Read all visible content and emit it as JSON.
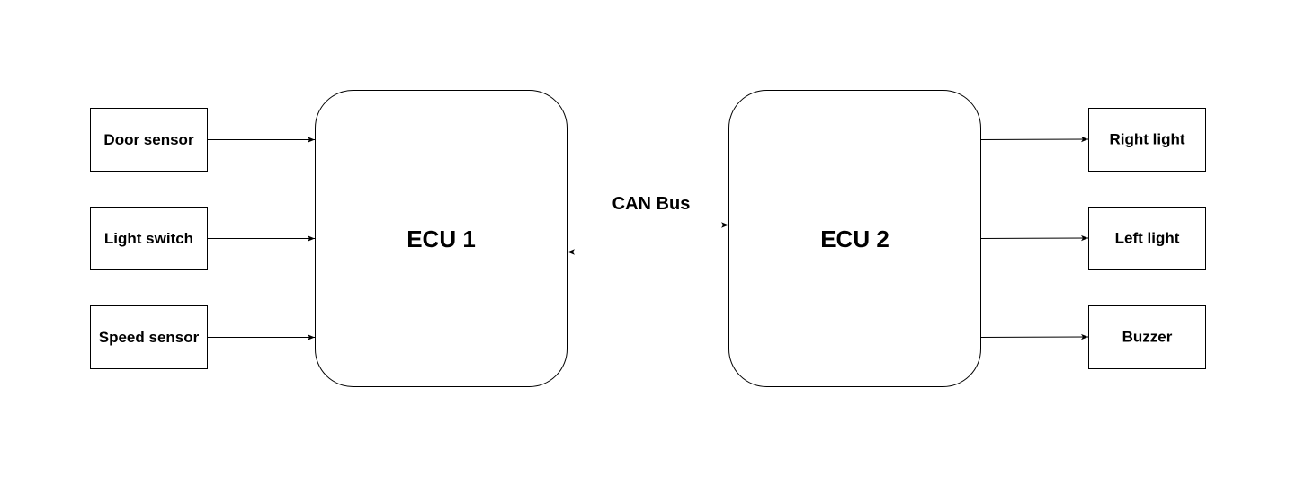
{
  "diagram": {
    "inputs": {
      "door_sensor": "Door sensor",
      "light_switch": "Light switch",
      "speed_sensor": "Speed sensor"
    },
    "ecus": {
      "ecu1": "ECU 1",
      "ecu2": "ECU 2"
    },
    "bus": {
      "label": "CAN Bus"
    },
    "outputs": {
      "right_light": "Right light",
      "left_light": "Left light",
      "buzzer": "Buzzer"
    }
  }
}
